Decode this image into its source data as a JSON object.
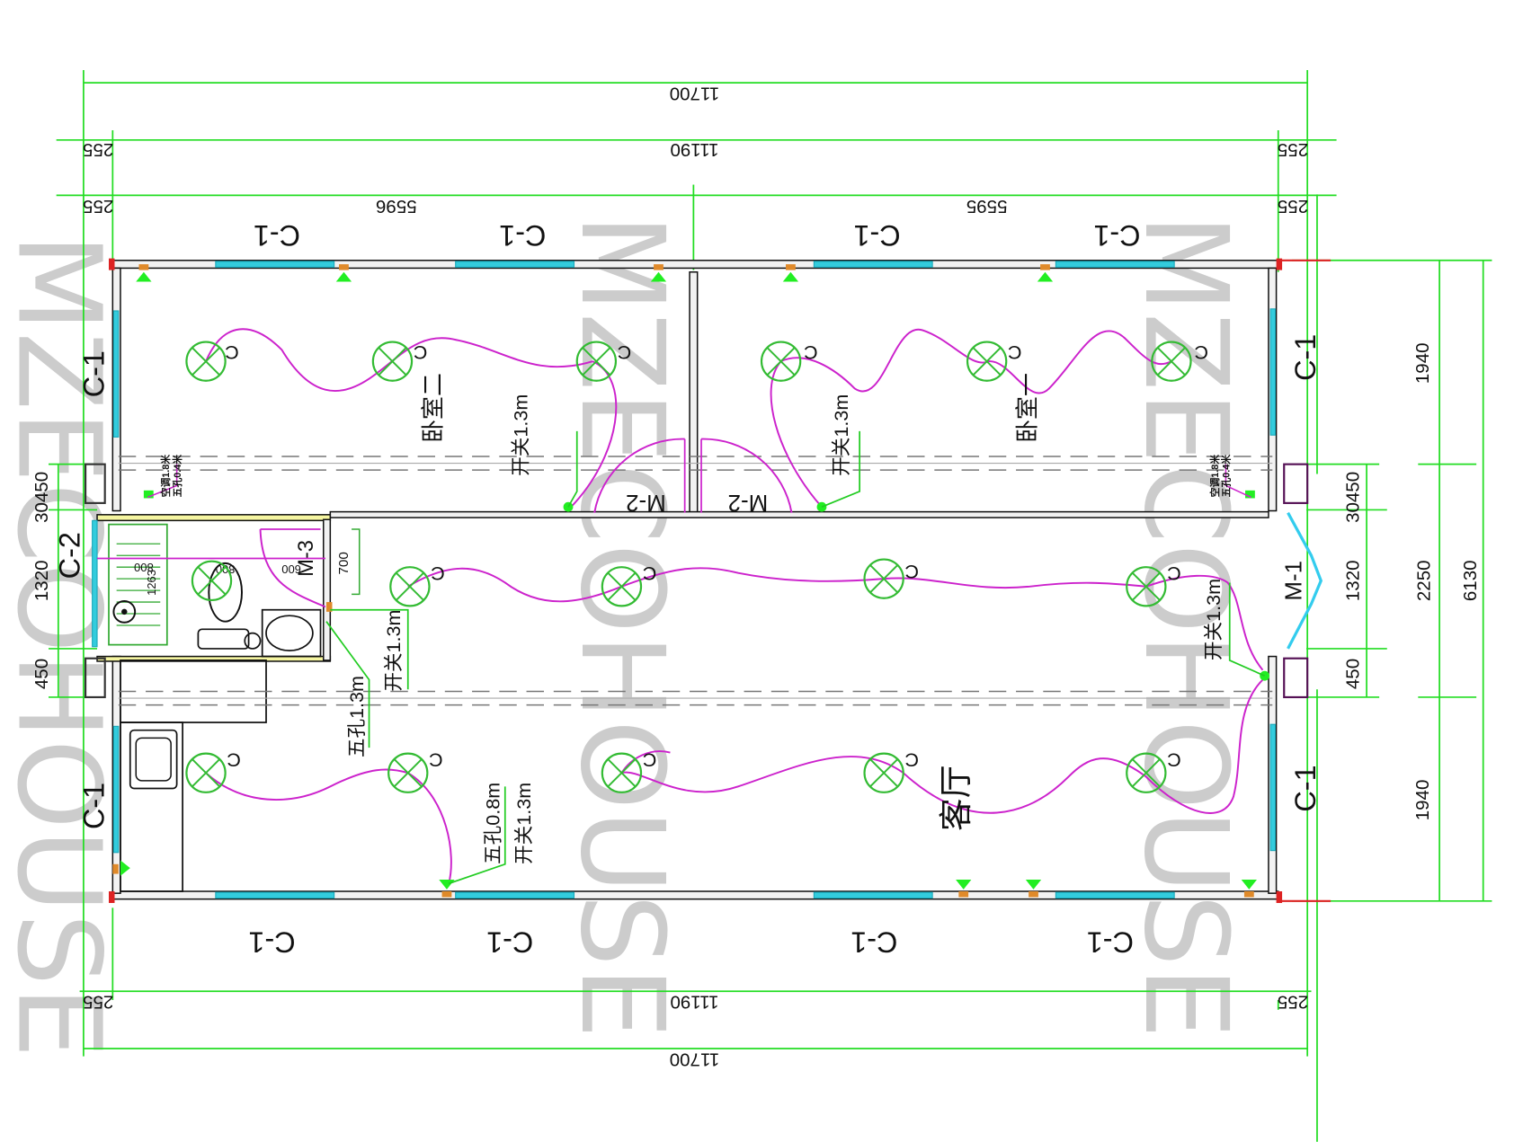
{
  "drawing": {
    "type": "electrical floor plan",
    "watermark": "MZECOHOUSE",
    "colors": {
      "dimension": "#22dd22",
      "wiring": "#cc22cc",
      "lamp": "#33bb33",
      "glass": "#33ccdd",
      "wall": "#111111",
      "corner_marker": "#dd2222",
      "socket_pin": "#e08a2a"
    }
  },
  "dimensions": {
    "top": {
      "overall": "11700",
      "inner": "11190",
      "left_offset": "255",
      "right_offset": "255",
      "left_bay": "5596",
      "right_bay": "5595",
      "bay_left_offset": "255",
      "bay_right_offset": "255"
    },
    "bottom": {
      "overall": "11700",
      "inner": "11190",
      "left_offset": "255",
      "right_offset": "255"
    },
    "left": {
      "upper": "30450",
      "door": "1320",
      "lower": "450"
    },
    "right": {
      "upper_wall": "1940",
      "door_top": "30450",
      "door": "1320",
      "door_bottom": "450",
      "middle": "2250",
      "lower_wall": "1940",
      "overall": "6130"
    }
  },
  "rooms": {
    "bedroom_left": "卧室二",
    "bedroom_right": "卧室一",
    "living_room": "客厅"
  },
  "openings": {
    "windows_top": [
      "C-1",
      "C-1",
      "C-1",
      "C-1"
    ],
    "windows_bottom": [
      "C-1",
      "C-1",
      "C-1",
      "C-1"
    ],
    "window_left_upper": "C-1",
    "window_left_lower": "C-1",
    "window_left_bath": "C-2",
    "window_right_upper": "C-1",
    "window_right_lower": "C-1",
    "door_entry": "M-1",
    "door_bedroom_left": "M-2",
    "door_bedroom_right": "M-2",
    "door_bathroom": "M-3"
  },
  "bathroom": {
    "shower_w": "800",
    "shower_d": "600",
    "shower_len": "1263",
    "toilet_w": "800",
    "sink_w": "600",
    "door_clear": "700"
  },
  "annotations": {
    "switch_13": "开关1.3m",
    "socket_13": "五孔1.3m",
    "socket_08": "五孔0.8m",
    "ac_socket_18": "空调1.8米",
    "socket_04": "五孔0.4米"
  },
  "lamp_symbol": "C"
}
